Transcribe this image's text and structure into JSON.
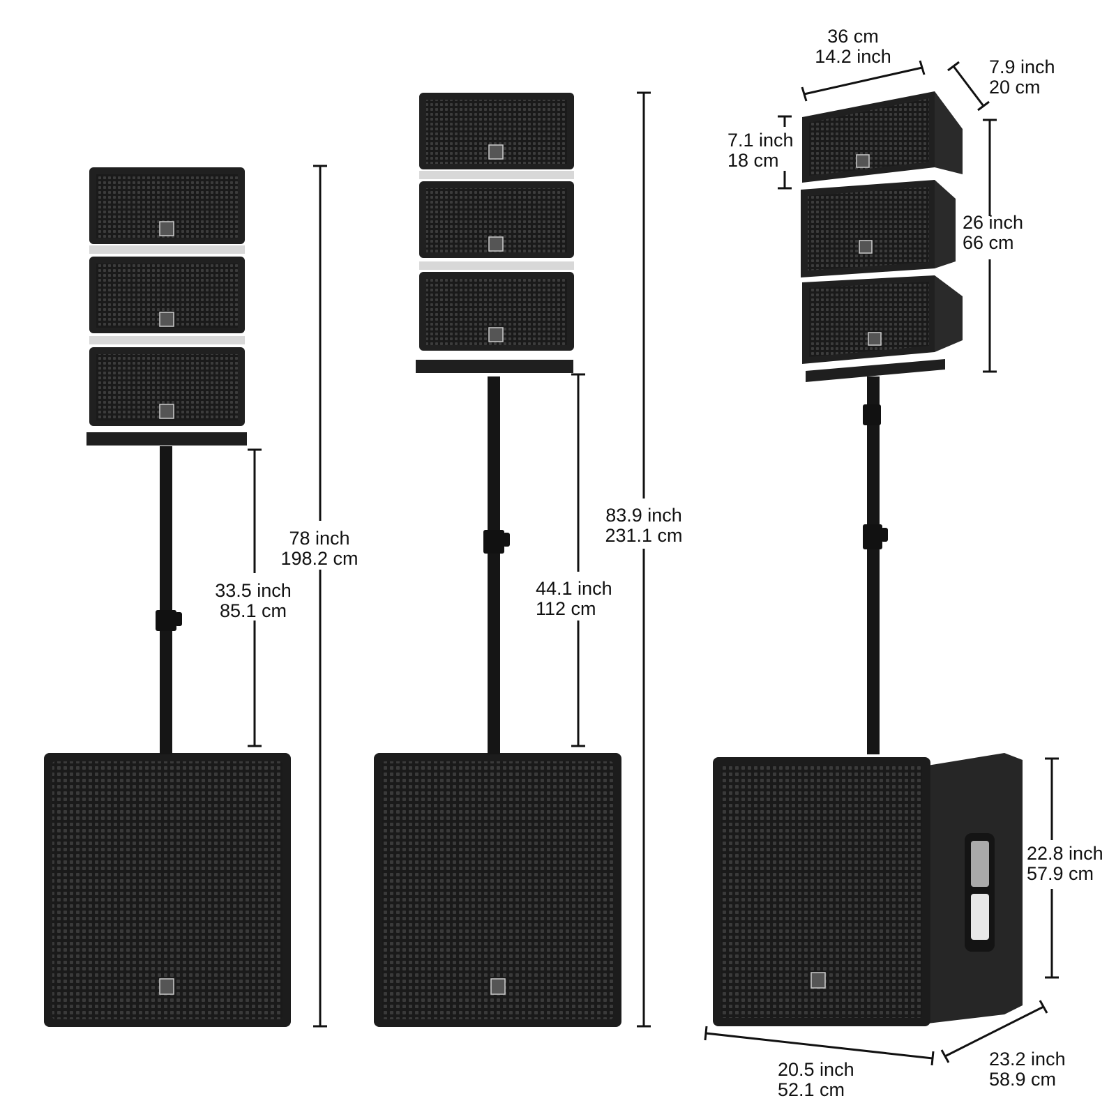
{
  "colors": {
    "background": "#ffffff",
    "cabinet": "#1c1c1c",
    "grille": "#2a2a2a",
    "pole": "#151515",
    "dimension_line": "#111111"
  },
  "systems": [
    {
      "name": "system-short",
      "top_modules": 3,
      "dimensions": {
        "total": {
          "imperial": "78 inch",
          "metric": "198.2 cm"
        },
        "pole": {
          "imperial": "33.5 inch",
          "metric": "85.1 cm"
        }
      }
    },
    {
      "name": "system-tall",
      "top_modules": 3,
      "dimensions": {
        "total": {
          "imperial": "83.9 inch",
          "metric": "231.1 cm"
        },
        "pole": {
          "imperial": "44.1 inch",
          "metric": "112 cm"
        }
      }
    },
    {
      "name": "system-angled",
      "top_modules": 3,
      "dimensions": {
        "module_width": {
          "metric": "36 cm",
          "imperial": "14.2 inch"
        },
        "module_depth": {
          "imperial": "7.9 inch",
          "metric": "20 cm"
        },
        "module_height": {
          "imperial": "7.1 inch",
          "metric": "18 cm"
        },
        "array_height": {
          "imperial": "26 inch",
          "metric": "66 cm"
        },
        "sub_height": {
          "imperial": "22.8 inch",
          "metric": "57.9 cm"
        },
        "sub_width": {
          "imperial": "20.5 inch",
          "metric": "52.1 cm"
        },
        "sub_depth": {
          "imperial": "23.2 inch",
          "metric": "58.9 cm"
        }
      }
    }
  ]
}
